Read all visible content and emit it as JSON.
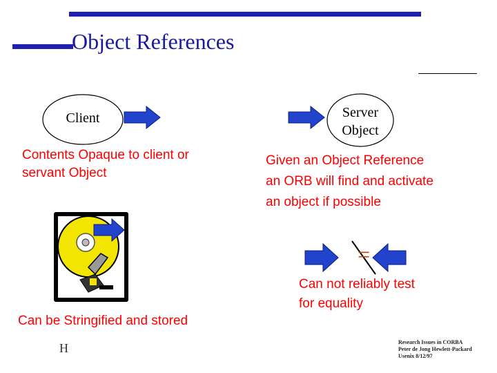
{
  "slide": {
    "title": "Object References",
    "client_label": "Client",
    "server_label_line1": "Server",
    "server_label_line2": "Object",
    "opaque_text_line1": "Contents Opaque to client or",
    "opaque_text_line2": "servant Object",
    "orb_text_line1": "Given an Object Reference",
    "orb_text_line2": "an ORB will find and activate",
    "orb_text_line3": "an object if possible",
    "equality_text_line1": "Can not reliably test",
    "equality_text_line2": "for equality",
    "stringified_text": "Can be Stringified and stored",
    "equals_symbol": "=",
    "footer_logo": "H",
    "footer_line1": "Research Issues in CORBA",
    "footer_line2": "Peter de Jong   Hewlett-Packard",
    "footer_line3": "Usenix  8/12/97"
  },
  "colors": {
    "accent_blue": "#1f1fb0",
    "title_blue": "#1a1a9a",
    "text_red": "#ff0000",
    "arrow_blue": "#2244cc",
    "disk_yellow": "#f2e600"
  }
}
